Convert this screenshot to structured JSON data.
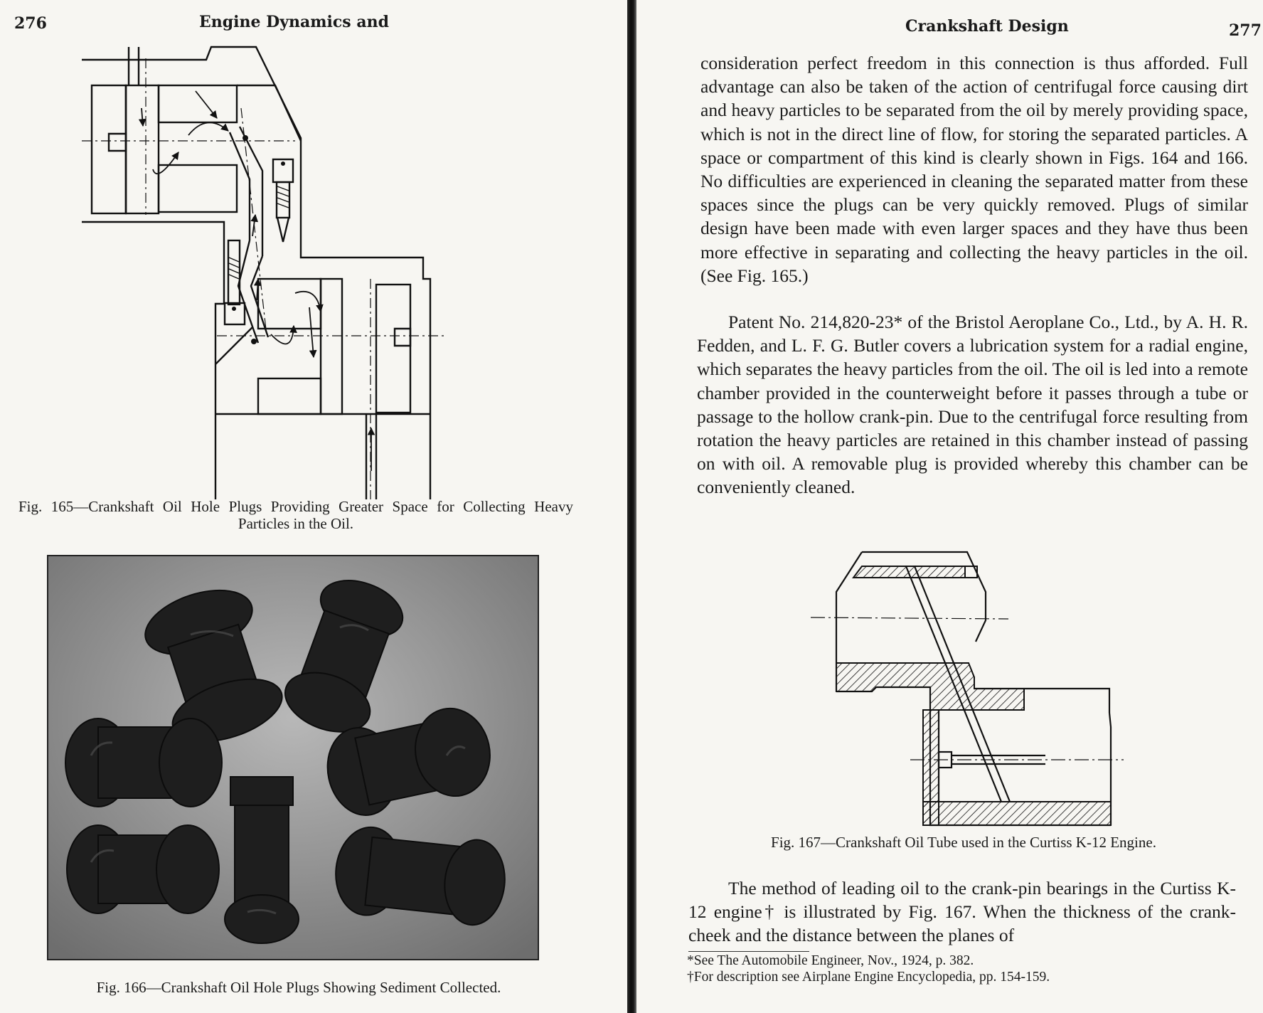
{
  "left_page": {
    "page_number": "276",
    "running_head": "Engine Dynamics and",
    "fig165_caption": "Fig. 165—Crankshaft Oil Hole Plugs Providing Greater Space for Collecting Heavy Particles in the Oil.",
    "fig166_caption": "Fig. 166—Crankshaft Oil Hole Plugs Showing Sediment Collected."
  },
  "right_page": {
    "running_head": "Crankshaft Design",
    "page_number": "277",
    "paragraph_1": "consideration perfect freedom in this connection is thus afforded. Full advantage can also be taken of the action of centrifugal force causing dirt and heavy particles to be separated from the oil by merely providing space, which is not in the direct line of flow, for storing the separated particles. A space or compartment of this kind is clearly shown in Figs. 164 and 166. No difficulties are experienced in cleaning the separated matter from these spaces since the plugs can be very quickly removed. Plugs of similar design have been made with even larger spaces and they have thus been more effective in separating and collecting the heavy particles in the oil. (See Fig. 165.)",
    "paragraph_2": "Patent No. 214,820-23* of the Bristol Aeroplane Co., Ltd., by A. H. R. Fedden, and L. F. G. Butler covers a lubrication system for a radial engine, which separates the heavy particles from the oil. The oil is led into a remote chamber provided in the counterweight before it passes through a tube or passage to the hollow crank-pin. Due to the centrifugal force resulting from rotation the heavy particles are retained in this chamber instead of passing on with oil. A removable plug is provided whereby this chamber can be conveniently cleaned.",
    "fig167_caption": "Fig. 167—Crankshaft Oil Tube used in the Curtiss K-12 Engine.",
    "paragraph_3": "The method of leading oil to the crank-pin bearings in the Curtiss K-12 engine† is illustrated by Fig. 167. When the thickness of the crank-cheek and the distance between the planes of",
    "footnote_1": "*See The Automobile Engineer, Nov., 1924, p. 382.",
    "footnote_2": "†For description see Airplane Engine Encyclopedia, pp. 154-159."
  }
}
